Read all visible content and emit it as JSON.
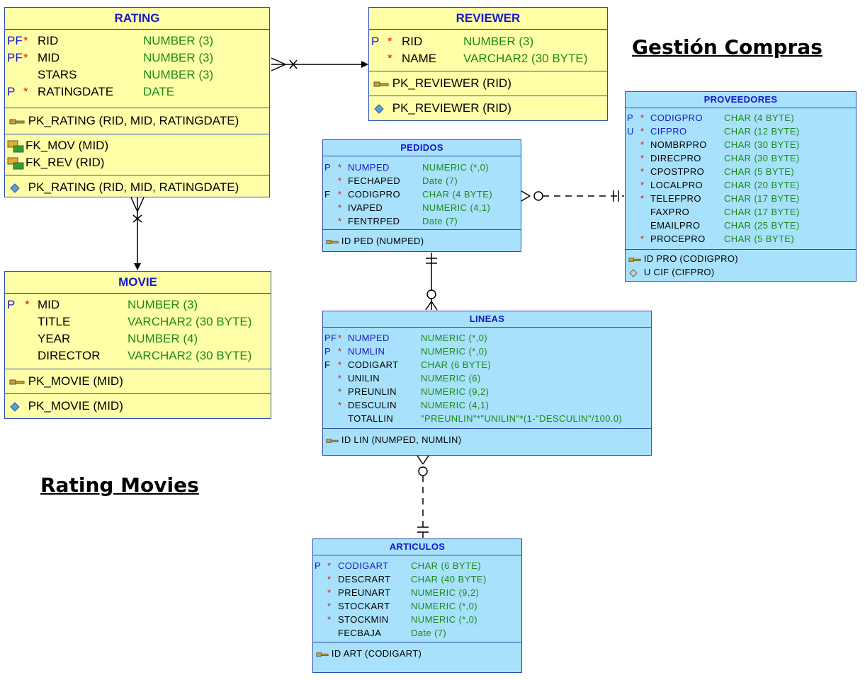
{
  "titles": {
    "gestion": "Gestión Compras",
    "rating_movies": "Rating Movies"
  },
  "rating": {
    "name": "RATING",
    "columns": [
      {
        "flag": "PF",
        "req": "*",
        "name": "RID",
        "type": "NUMBER (3)"
      },
      {
        "flag": "PF",
        "req": "*",
        "name": "MID",
        "type": "NUMBER (3)"
      },
      {
        "flag": "",
        "req": "",
        "name": "STARS",
        "type": "NUMBER (3)"
      },
      {
        "flag": "P",
        "req": "*",
        "name": "RATINGDATE",
        "type": "DATE"
      }
    ],
    "pk": "PK_RATING (RID, MID, RATINGDATE)",
    "fk1": "FK_MOV (MID)",
    "fk2": "FK_REV (RID)",
    "index": "PK_RATING (RID, MID, RATINGDATE)"
  },
  "reviewer": {
    "name": "REVIEWER",
    "columns": [
      {
        "flag": "P",
        "req": "*",
        "name": "RID",
        "type": "NUMBER (3)"
      },
      {
        "flag": "",
        "req": "*",
        "name": "NAME",
        "type": "VARCHAR2 (30 BYTE)"
      }
    ],
    "pk": "PK_REVIEWER (RID)",
    "index": "PK_REVIEWER (RID)"
  },
  "movie": {
    "name": "MOVIE",
    "columns": [
      {
        "flag": "P",
        "req": "*",
        "name": "MID",
        "type": "NUMBER (3)"
      },
      {
        "flag": "",
        "req": "",
        "name": "TITLE",
        "type": "VARCHAR2 (30 BYTE)"
      },
      {
        "flag": "",
        "req": "",
        "name": "YEAR",
        "type": "NUMBER (4)"
      },
      {
        "flag": "",
        "req": "",
        "name": "DIRECTOR",
        "type": "VARCHAR2 (30 BYTE)"
      }
    ],
    "pk": "PK_MOVIE (MID)",
    "index": "PK_MOVIE (MID)"
  },
  "pedidos": {
    "name": "PEDIDOS",
    "columns": [
      {
        "flag": "P",
        "req": "*",
        "name": "NUMPED",
        "type": "NUMERIC (*,0)",
        "key": true
      },
      {
        "flag": "",
        "req": "*",
        "name": "FECHAPED",
        "type": "Date (7)"
      },
      {
        "flag": "F",
        "req": "*",
        "name": "CODIGPRO",
        "type": "CHAR (4 BYTE)"
      },
      {
        "flag": "",
        "req": "*",
        "name": "IVAPED",
        "type": "NUMERIC (4,1)"
      },
      {
        "flag": "",
        "req": "*",
        "name": "FENTRPED",
        "type": "Date (7)"
      }
    ],
    "pk": "ID PED (NUMPED)"
  },
  "proveedores": {
    "name": "PROVEEDORES",
    "columns": [
      {
        "flag": "P",
        "req": "*",
        "name": "CODIGPRO",
        "type": "CHAR (4 BYTE)",
        "key": true
      },
      {
        "flag": "U",
        "req": "*",
        "name": "CIFPRO",
        "type": "CHAR (12 BYTE)",
        "key": true
      },
      {
        "flag": "",
        "req": "*",
        "name": "NOMBRPRO",
        "type": "CHAR (30 BYTE)"
      },
      {
        "flag": "",
        "req": "*",
        "name": "DIRECPRO",
        "type": "CHAR (30 BYTE)"
      },
      {
        "flag": "",
        "req": "*",
        "name": "CPOSTPRO",
        "type": "CHAR (5 BYTE)"
      },
      {
        "flag": "",
        "req": "*",
        "name": "LOCALPRO",
        "type": "CHAR (20 BYTE)"
      },
      {
        "flag": "",
        "req": "*",
        "name": "TELEFPRO",
        "type": "CHAR (17 BYTE)"
      },
      {
        "flag": "",
        "req": "",
        "name": "FAXPRO",
        "type": "CHAR (17 BYTE)"
      },
      {
        "flag": "",
        "req": "",
        "name": "EMAILPRO",
        "type": "CHAR (25 BYTE)"
      },
      {
        "flag": "",
        "req": "*",
        "name": "PROCEPRO",
        "type": "CHAR (5 BYTE)"
      }
    ],
    "pk": "ID PRO (CODIGPRO)",
    "uk": "U CIF (CIFPRO)"
  },
  "lineas": {
    "name": "LINEAS",
    "columns": [
      {
        "flag": "PF",
        "req": "*",
        "name": "NUMPED",
        "type": "NUMERIC (*,0)",
        "key": true
      },
      {
        "flag": "P",
        "req": "*",
        "name": "NUMLIN",
        "type": "NUMERIC (*,0)",
        "key": true
      },
      {
        "flag": "F",
        "req": "*",
        "name": "CODIGART",
        "type": "CHAR (6 BYTE)"
      },
      {
        "flag": "",
        "req": "*",
        "name": "UNILIN",
        "type": "NUMERIC (6)"
      },
      {
        "flag": "",
        "req": "*",
        "name": "PREUNLIN",
        "type": "NUMERIC (9,2)"
      },
      {
        "flag": "",
        "req": "*",
        "name": "DESCULIN",
        "type": "NUMERIC (4,1)"
      },
      {
        "flag": "",
        "req": "",
        "name": "TOTALLIN",
        "type": "\"PREUNLIN\"*\"UNILIN\"*(1-\"DESCULIN\"/100.0)"
      }
    ],
    "pk": "ID LIN (NUMPED, NUMLIN)"
  },
  "articulos": {
    "name": "ARTICULOS",
    "columns": [
      {
        "flag": "P",
        "req": "*",
        "name": "CODIGART",
        "type": "CHAR (6 BYTE)",
        "key": true
      },
      {
        "flag": "",
        "req": "*",
        "name": "DESCRART",
        "type": "CHAR (40 BYTE)"
      },
      {
        "flag": "",
        "req": "*",
        "name": "PREUNART",
        "type": "NUMERIC (9,2)"
      },
      {
        "flag": "",
        "req": "*",
        "name": "STOCKART",
        "type": "NUMERIC (*,0)"
      },
      {
        "flag": "",
        "req": "*",
        "name": "STOCKMIN",
        "type": "NUMERIC (*,0)"
      },
      {
        "flag": "",
        "req": "",
        "name": "FECBAJA",
        "type": "Date (7)"
      }
    ],
    "pk": "ID ART (CODIGART)"
  },
  "colors": {
    "yellow_table": "#ffffa8",
    "blue_table": "#a8e1fb",
    "border": "#2a4fb0",
    "header_text": "#1818c8",
    "type_text": "#1a8a1a",
    "required": "#e01010"
  }
}
